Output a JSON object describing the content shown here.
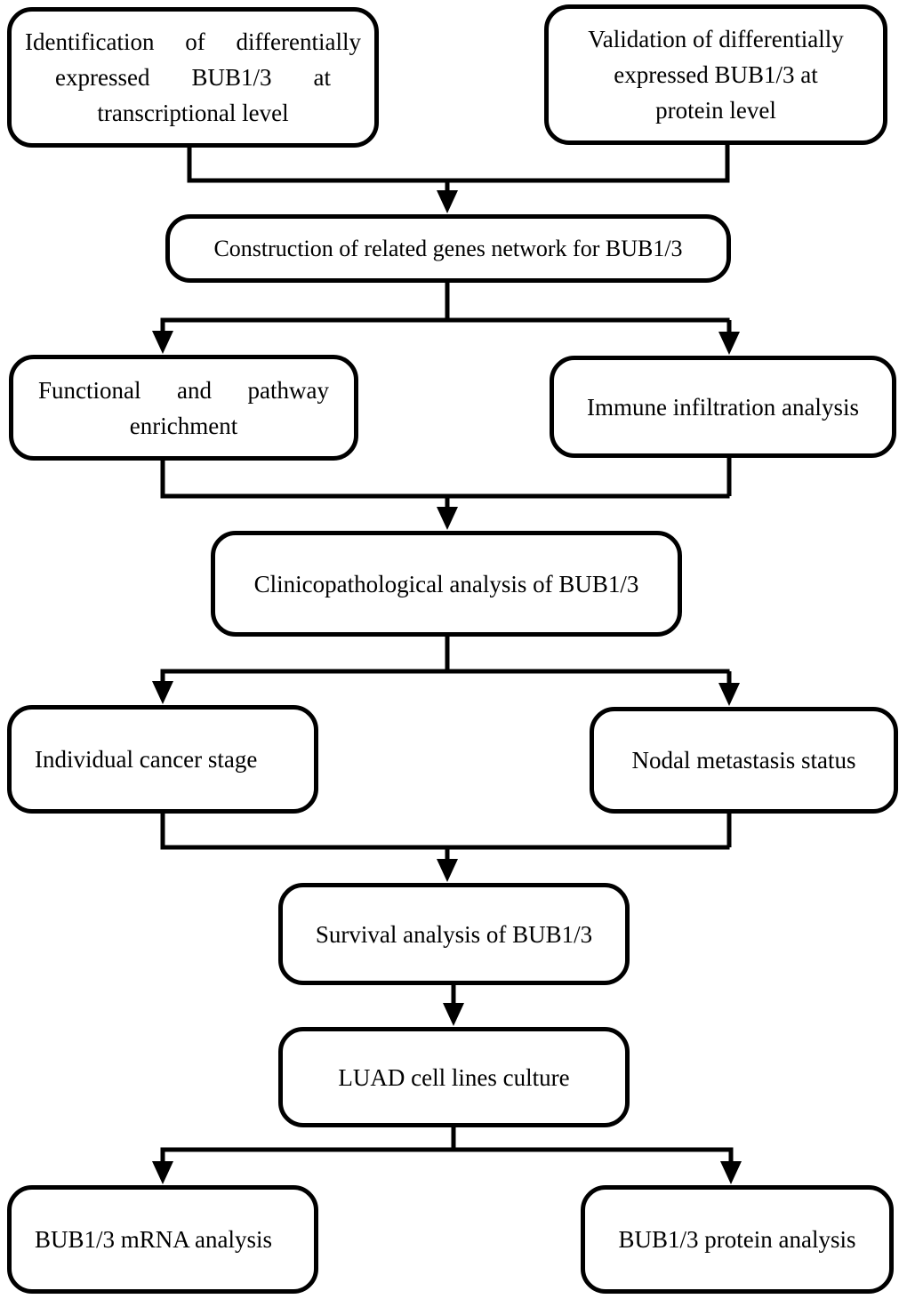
{
  "flowchart": {
    "background_color": "#ffffff",
    "line_color": "#000000",
    "text_color": "#000000",
    "nodes": {
      "identification": {
        "label": "Identification of differentially expressed BUB1/3 at transcriptional level",
        "lines": [
          "Identification of differentially",
          "expressed BUB1/3 at",
          "transcriptional level"
        ]
      },
      "validation": {
        "label": "Validation of differentially expressed BUB1/3 at protein level",
        "lines": [
          "Validation of differentially",
          "expressed BUB1/3 at",
          "protein level"
        ]
      },
      "construction": {
        "label": "Construction of related genes network for BUB1/3"
      },
      "functional_enrichment": {
        "label": "Functional and pathway enrichment",
        "lines": [
          "Functional and pathway",
          "enrichment"
        ]
      },
      "immune_infiltration": {
        "label": "Immune infiltration analysis"
      },
      "clinicopathological": {
        "label": "Clinicopathological analysis of BUB1/3"
      },
      "individual_cancer_stage": {
        "label": "Individual cancer stage"
      },
      "nodal_metastasis": {
        "label": "Nodal metastasis status"
      },
      "survival": {
        "label": "Survival analysis of BUB1/3"
      },
      "luad_culture": {
        "label": "LUAD cell lines culture"
      },
      "mrna_analysis": {
        "label": "BUB1/3 mRNA analysis"
      },
      "protein_analysis": {
        "label": "BUB1/3 protein analysis"
      }
    },
    "edges": [
      {
        "from": "identification",
        "to": "construction"
      },
      {
        "from": "validation",
        "to": "construction"
      },
      {
        "from": "construction",
        "to": "functional_enrichment"
      },
      {
        "from": "construction",
        "to": "immune_infiltration"
      },
      {
        "from": "functional_enrichment",
        "to": "clinicopathological"
      },
      {
        "from": "immune_infiltration",
        "to": "clinicopathological"
      },
      {
        "from": "clinicopathological",
        "to": "individual_cancer_stage"
      },
      {
        "from": "clinicopathological",
        "to": "nodal_metastasis"
      },
      {
        "from": "individual_cancer_stage",
        "to": "survival"
      },
      {
        "from": "nodal_metastasis",
        "to": "survival"
      },
      {
        "from": "survival",
        "to": "luad_culture"
      },
      {
        "from": "luad_culture",
        "to": "mrna_analysis"
      },
      {
        "from": "luad_culture",
        "to": "protein_analysis"
      }
    ]
  }
}
